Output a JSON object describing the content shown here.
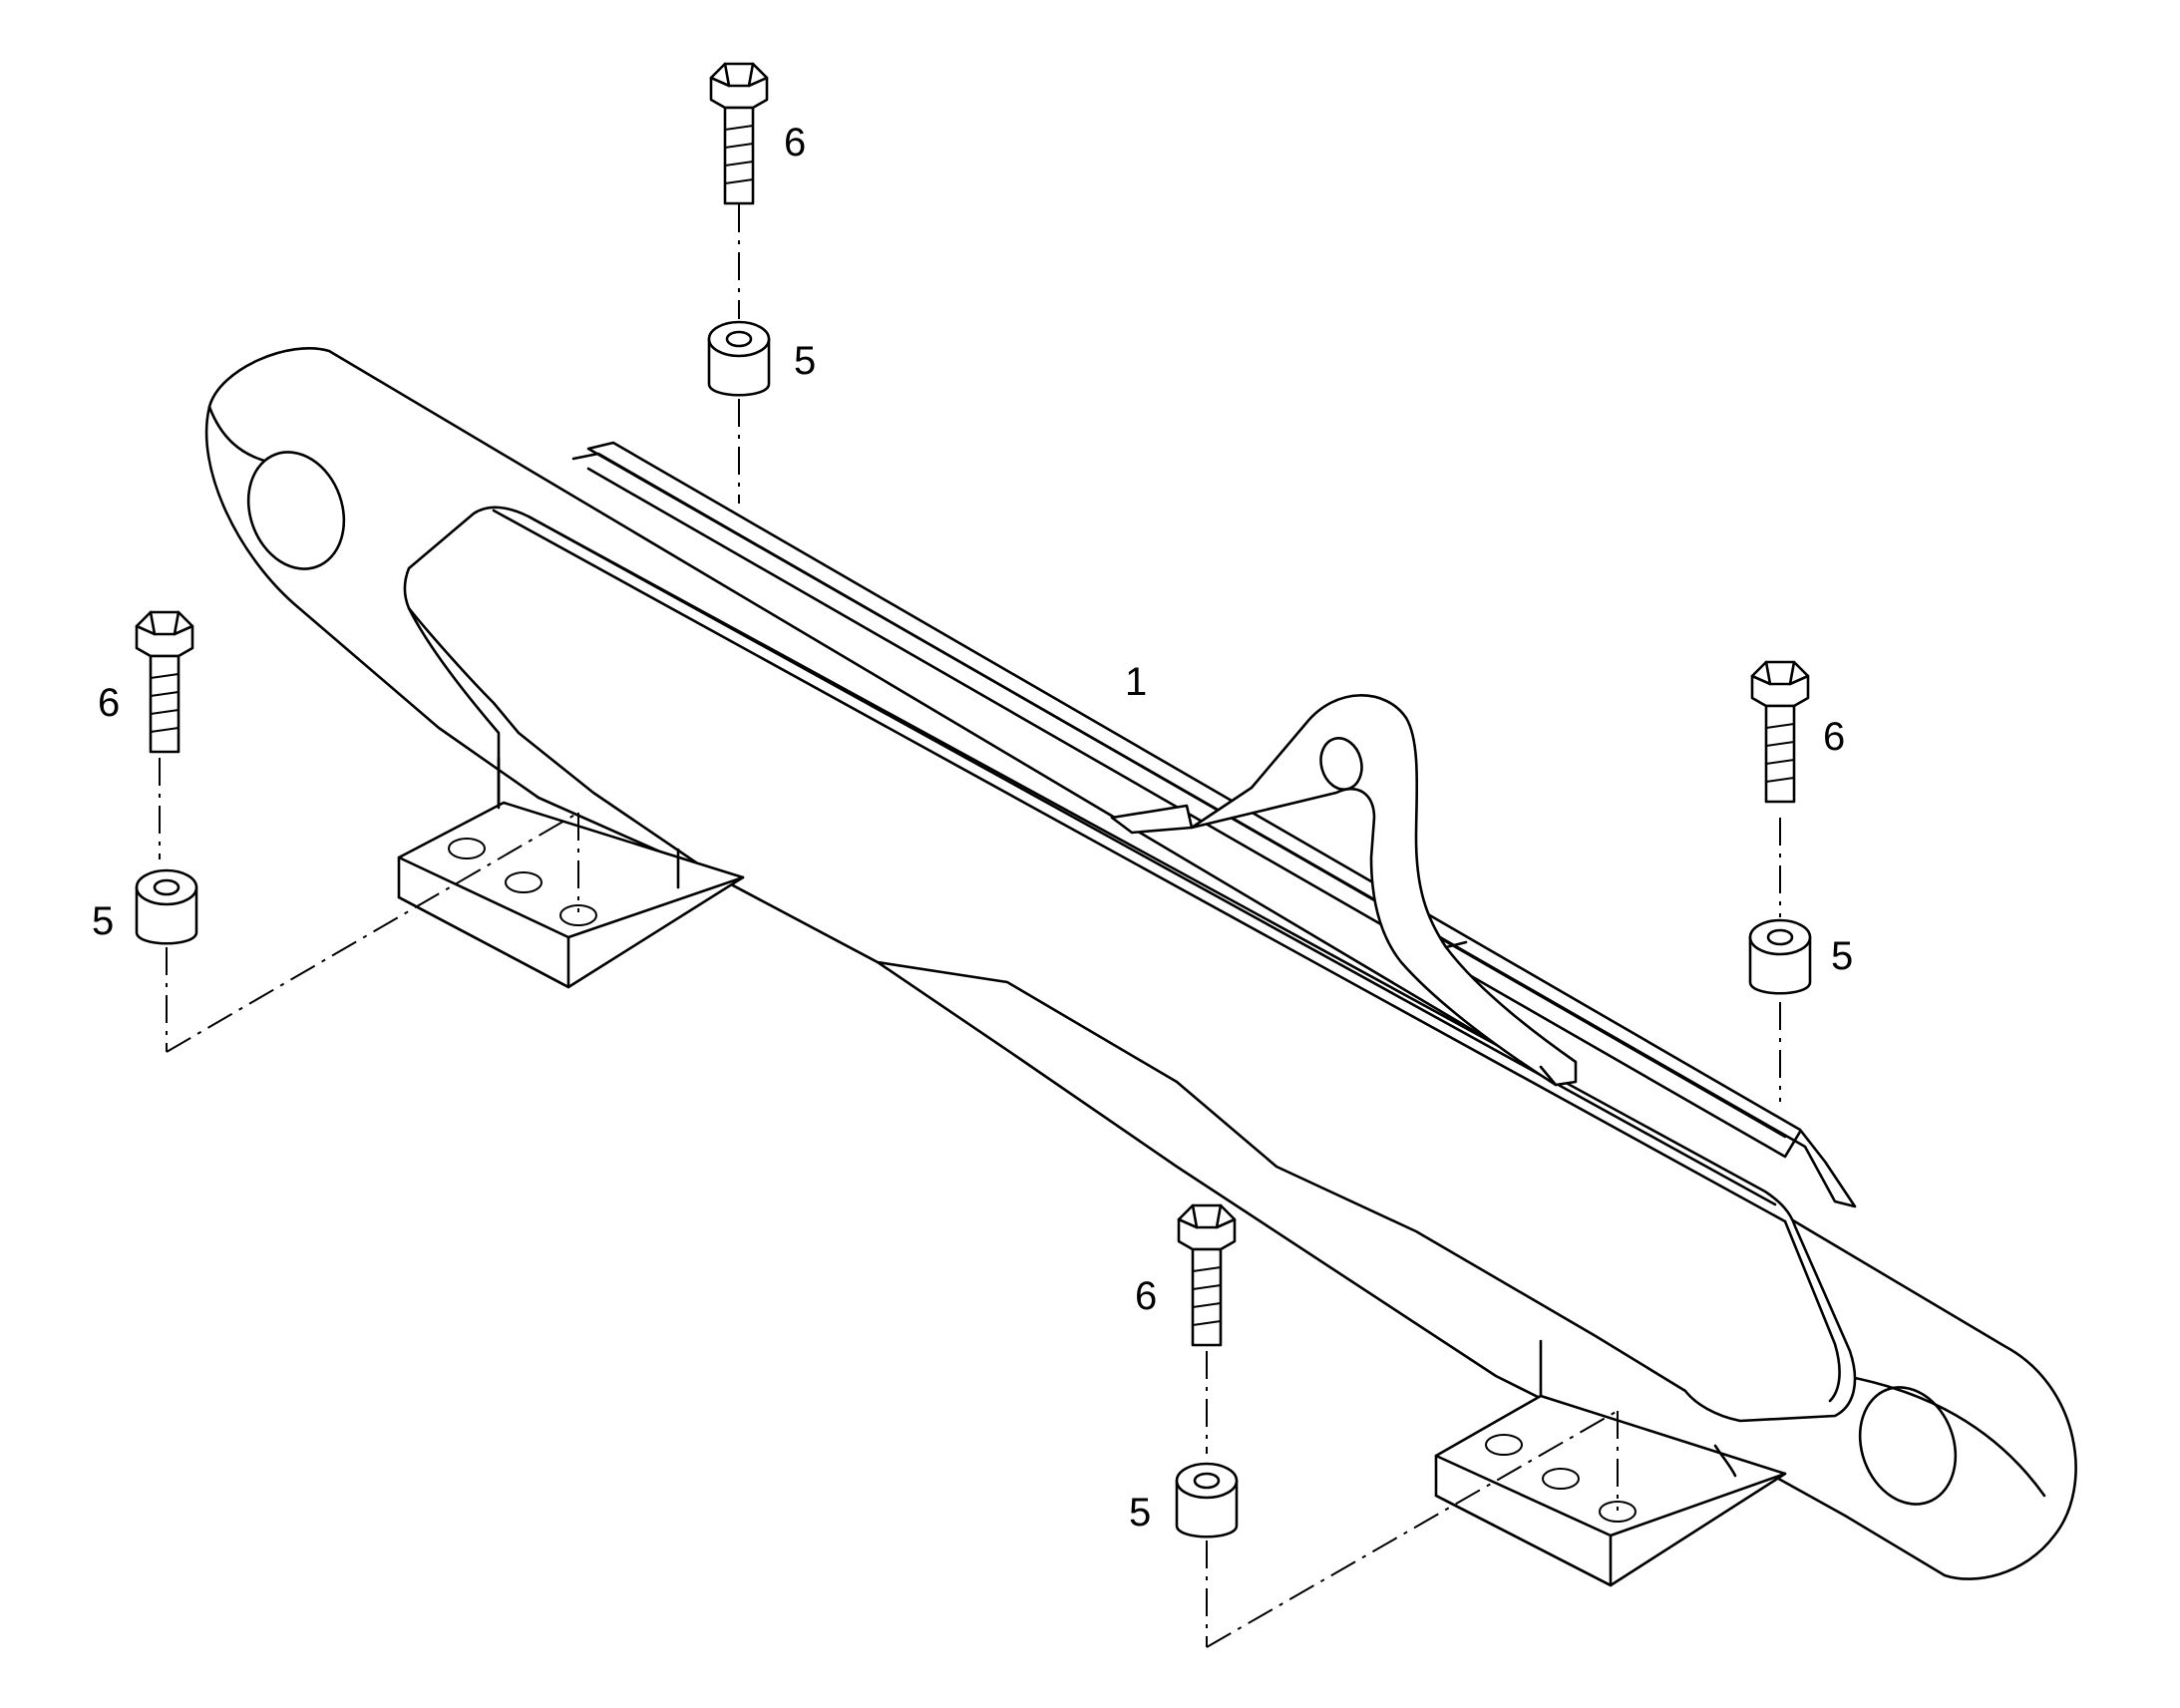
{
  "diagram": {
    "type": "exploded parts diagram",
    "callouts": {
      "main_frame": "1",
      "spacer_top": "5",
      "bolt_top": "6",
      "spacer_left": "5",
      "bolt_left": "6",
      "spacer_right": "5",
      "bolt_right": "6",
      "spacer_bottom": "5",
      "bolt_bottom": "6"
    },
    "line_color": "#000000",
    "background": "#ffffff"
  }
}
